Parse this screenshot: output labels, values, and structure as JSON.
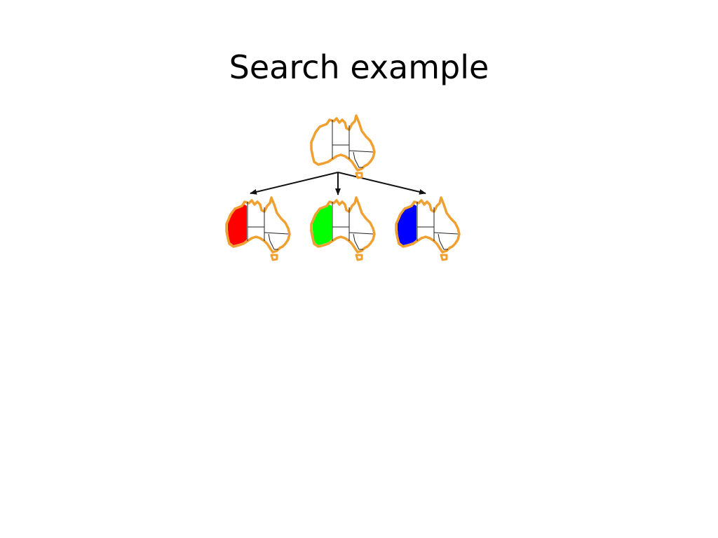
{
  "slide": {
    "title": "Search example"
  },
  "colors": {
    "map_outline": "#f0a030",
    "border_lines": "#222222",
    "edge": "#111111",
    "wa_fill_root": "#ffffff",
    "wa_fill_red": "#ff0000",
    "wa_fill_green": "#00ff00",
    "wa_fill_blue": "#0000ff"
  },
  "tree": {
    "root": {
      "icon": "australia-map-icon",
      "wa_color": "none"
    },
    "children": [
      {
        "icon": "australia-map-icon",
        "wa_color": "red"
      },
      {
        "icon": "australia-map-icon",
        "wa_color": "green"
      },
      {
        "icon": "australia-map-icon",
        "wa_color": "blue"
      }
    ]
  }
}
